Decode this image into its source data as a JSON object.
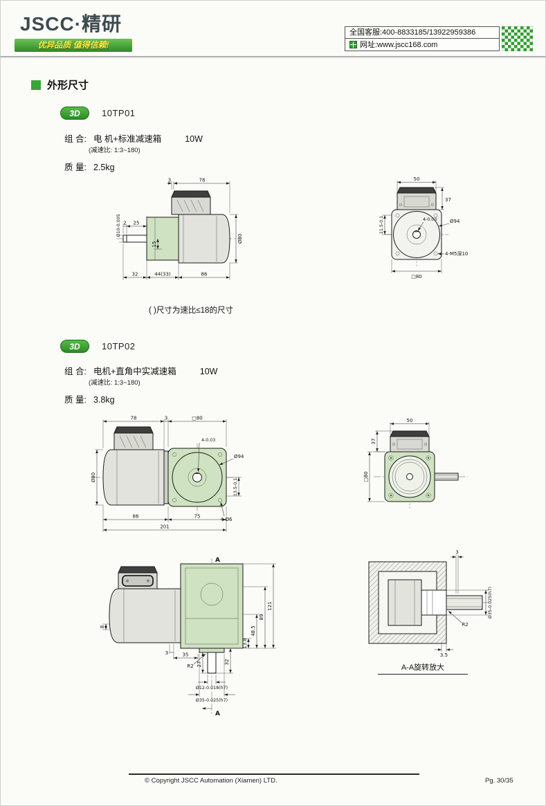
{
  "header": {
    "logo": "JSCC·精研",
    "slogan": "优异品质 值得信赖!",
    "service": "全国客服:400-8833185/13922959386",
    "website": "网址:www.jscc168.com"
  },
  "section_title": "外形尺寸",
  "model1": {
    "badge": "3D",
    "code": "10TP01",
    "combo_label": "组 合:",
    "combo_value": "电 机+标准减速箱",
    "power": "10W",
    "ratio": "(减速比: 1:3~180)",
    "weight_label": "质 量:",
    "weight": "2.5kg",
    "note": "( )尺寸为速比≤18的尺寸",
    "side": {
      "top_gap": "3",
      "top_len": "78",
      "shaft_dia": "Ø10-0.005",
      "d2": "2",
      "d25": "25",
      "d15": "15",
      "body_dia": "Ø80",
      "b32": "32",
      "b44": "44(33)",
      "b86": "86"
    },
    "front": {
      "top50": "50",
      "right37": "37",
      "left_dim": "11.5-0.1",
      "key": "4-0.03",
      "dia94": "Ø94",
      "holes": "4-M5深10",
      "sq80": "□80"
    }
  },
  "model2": {
    "badge": "3D",
    "code": "10TP02",
    "combo_label": "组 合:",
    "combo_value": "电机+直角中实减速箱",
    "power": "10W",
    "ratio": "(减速比: 1:3~180)",
    "weight_label": "质 量:",
    "weight": "3.8kg",
    "top": {
      "d78": "78",
      "d3": "3",
      "sq80": "□80",
      "key": "4-0.03",
      "dia94": "Ø94",
      "dia80": "Ø80",
      "d135": "13.5-0.1",
      "holes": "4-Ø6",
      "d86": "86",
      "d75": "75",
      "d201": "201"
    },
    "front": {
      "d50": "50",
      "d37": "37",
      "sq80": "□80"
    },
    "side": {
      "secA": "A",
      "d8": "8",
      "d3": "3",
      "d35": "35",
      "r2": "R2",
      "d138": "13.8",
      "d485": "48.5",
      "d89": "89",
      "d121": "121",
      "d27": "27",
      "d32": "32",
      "shaft_dia": "Ø12-0.018(h7)",
      "boss_dia": "Ø35-0.025(h7)"
    },
    "section": {
      "d3": "3",
      "r2": "R2",
      "d35": "3.5",
      "boss_dia": "Ø35-0.025(h7)",
      "title": "A-A旋转放大"
    }
  },
  "footer": {
    "copyright": "© Copyright JSCC Automation (Xiamen) LTD.",
    "page": "Pg. 30/35"
  }
}
